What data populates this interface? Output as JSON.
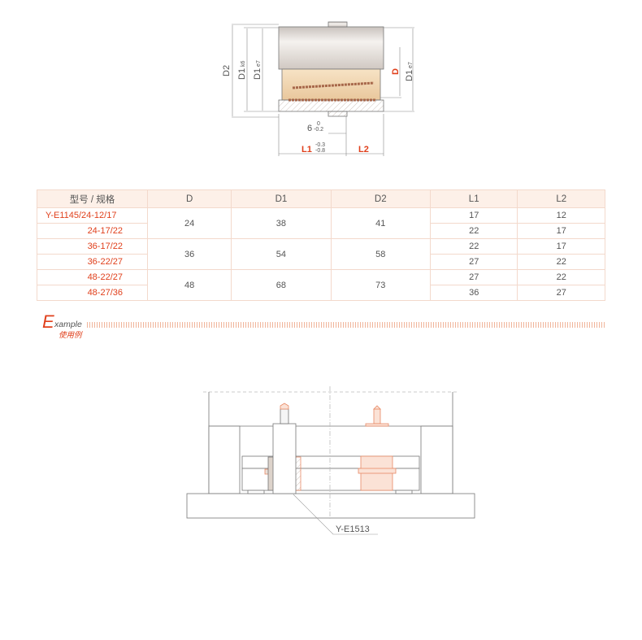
{
  "drawing_top": {
    "labels": {
      "d2": "D2",
      "d1k6": "D1",
      "k6": "k6",
      "d1e7": "D1",
      "e7": "e7",
      "d": "D",
      "d1e7r": "D1",
      "e7r": "e7",
      "six": "6",
      "six_tol_up": "0",
      "six_tol_dn": "-0.2",
      "l1": "L1",
      "l1_tol_up": "-0.3",
      "l1_tol_dn": "-0.8",
      "l2": "L2"
    }
  },
  "table": {
    "headers": [
      "型号 / 规格",
      "D",
      "D1",
      "D2",
      "L1",
      "L2"
    ],
    "rows": [
      {
        "model": "Y-E1145/24-12/17",
        "D": "24",
        "D1": "38",
        "D2": "41",
        "L1": "17",
        "L2": "12"
      },
      {
        "model": "24-17/22",
        "L1": "22",
        "L2": "17"
      },
      {
        "model": "36-17/22",
        "D": "36",
        "D1": "54",
        "D2": "58",
        "L1": "22",
        "L2": "17"
      },
      {
        "model": "36-22/27",
        "L1": "27",
        "L2": "22"
      },
      {
        "model": "48-22/27",
        "D": "48",
        "D1": "68",
        "D2": "73",
        "L1": "27",
        "L2": "22"
      },
      {
        "model": "48-27/36",
        "L1": "36",
        "L2": "27"
      }
    ]
  },
  "example": {
    "e": "E",
    "word": "xample",
    "cn": "使用例"
  },
  "drawing_bottom": {
    "callout": "Y-E1513"
  },
  "colors": {
    "accent": "#e0401c",
    "header_bg": "#fdf0e8",
    "border": "#f3d9cc"
  }
}
